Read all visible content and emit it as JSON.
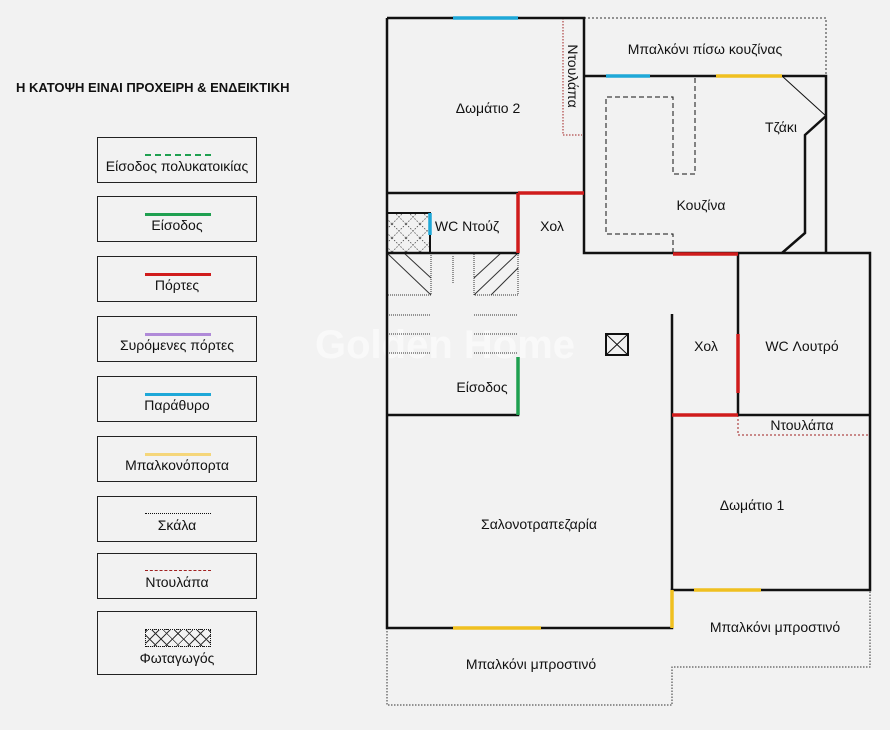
{
  "title": "Η ΚΑΤΟΨΗ ΕΙΝΑΙ ΠΡΟΧΕΙΡΗ & ΕΝΔΕΙΚΤΙΚΗ",
  "legend": [
    {
      "label": "Είσοδος πολυκατοικίας",
      "color": "#1fa050",
      "style": "dashdot"
    },
    {
      "label": "Είσοδος",
      "color": "#1fa050",
      "style": "solid"
    },
    {
      "label": "Πόρτες",
      "color": "#d01c1c",
      "style": "solid"
    },
    {
      "label": "Συρόμενες πόρτες",
      "color": "#b08ad8",
      "style": "solid"
    },
    {
      "label": "Παράθυρο",
      "color": "#1ea8d8",
      "style": "solid"
    },
    {
      "label": "Μπαλκονόπορτα",
      "color": "#f5d67a",
      "style": "solid"
    },
    {
      "label": "Σκάλα",
      "color": "#111111",
      "style": "dotted"
    },
    {
      "label": "Ντουλάπα",
      "color": "#a02020",
      "style": "dashed"
    },
    {
      "label": "Φωταγωγός",
      "color": "#111111",
      "style": "hatch"
    }
  ],
  "rooms": {
    "bedroom2": "Δωμάτιο 2",
    "closet_vertical": "Ντουλάπα",
    "back_balcony": "Μπαλκόνι πίσω κουζίνας",
    "fireplace": "Τζάκι",
    "kitchen": "Κουζίνα",
    "wc_shower": "WC Ντούζ",
    "hall1": "Χολ",
    "entrance": "Είσοδος",
    "hall2": "Χολ",
    "wc_bath": "WC Λουτρό",
    "closet2": "Ντουλάπα",
    "living": "Σαλονοτραπεζαρία",
    "bedroom1": "Δωμάτιο 1",
    "front_balcony_right": "Μπαλκόνι μπροστινό",
    "front_balcony_left": "Μπαλκόνι μπροστινό"
  },
  "watermark": "Golden Home",
  "colors": {
    "door": "#d01c1c",
    "window": "#1ea8d8",
    "balcony_door": "#f0c020",
    "entrance": "#1fa050"
  }
}
